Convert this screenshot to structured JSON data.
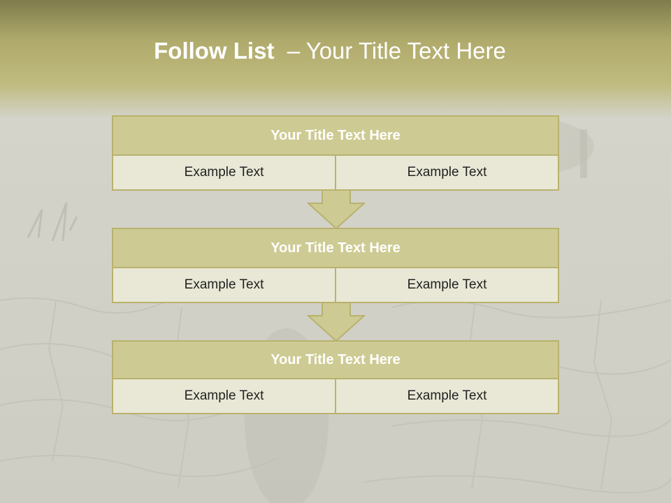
{
  "slide": {
    "title_bold": "Follow List",
    "title_rest": "  – Your Title Text Here"
  },
  "blocks": [
    {
      "title": "Your Title Text Here",
      "left": "Example Text",
      "right": "Example Text"
    },
    {
      "title": "Your Title Text Here",
      "left": "Example Text",
      "right": "Example Text"
    },
    {
      "title": "Your Title Text Here",
      "left": "Example Text",
      "right": "Example Text"
    }
  ],
  "colors": {
    "header_band": "#b0ab6c",
    "block_header": "#cdcb93",
    "block_cell": "#e9e8d6",
    "border": "#b9b26e"
  },
  "icons": [
    "down-arrow-icon",
    "down-arrow-icon"
  ]
}
